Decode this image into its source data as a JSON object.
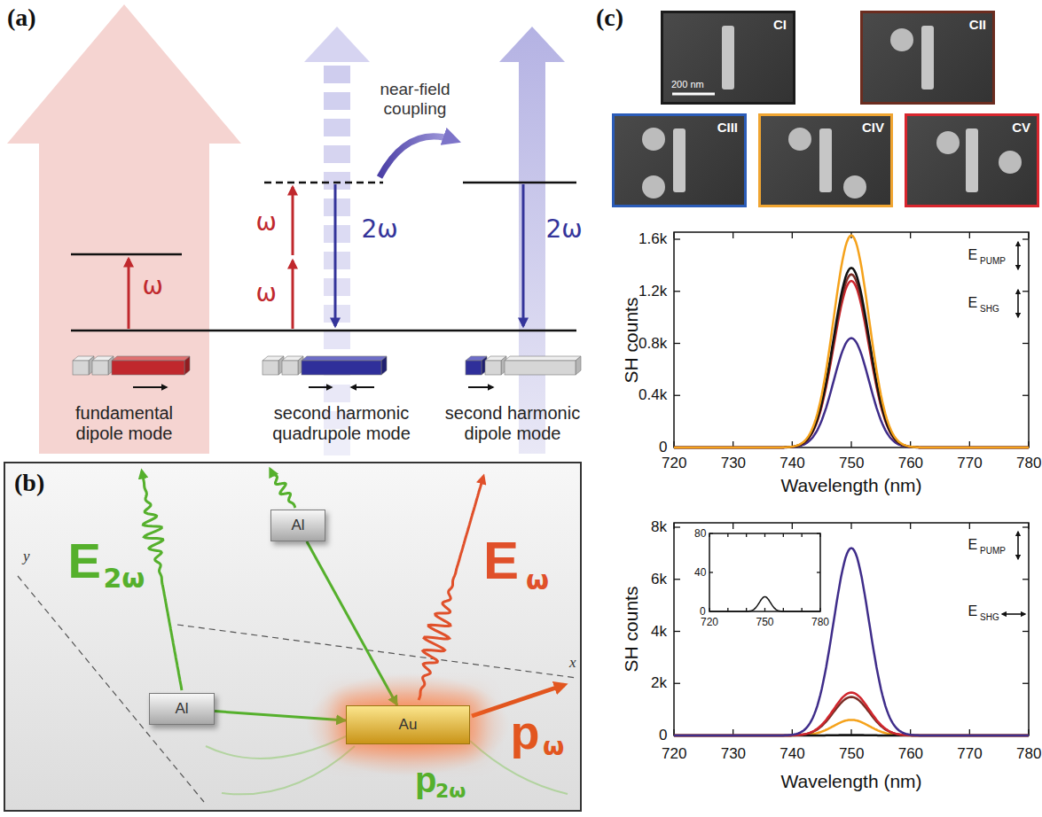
{
  "diagram": {
    "nodes": [
      {
        "text": [
          "Al"
        ]
      },
      {
        "text": [
          "Al"
        ]
      },
      {
        "text": [
          "Au"
        ]
      },
      {
        "text": [
          "CI",
          "200 nm"
        ]
      },
      {
        "text": [
          "CII"
        ]
      },
      {
        "text": [
          "CIII"
        ]
      },
      {
        "text": [
          "CIV"
        ]
      },
      {
        "text": [
          "CV"
        ]
      }
    ],
    "edges": [
      {
        "from": 0,
        "to": 2,
        "arrow": "to"
      },
      {
        "from": 1,
        "to": 2,
        "arrow": "to"
      }
    ],
    "labels": [
      "(a)",
      "ω",
      "ω",
      "ω",
      "2ω",
      "2ω",
      "near-field coupling",
      "fundamental dipole mode",
      "second harmonic quadrupole mode",
      "second harmonic dipole mode",
      "(b)",
      "E",
      "2ω",
      "E",
      "ω",
      "p",
      "ω",
      "p",
      "2ω",
      "x",
      "y",
      "(c)",
      "SH counts",
      "1.6k",
      "1.2k",
      "0.8k",
      "0.4k",
      "0",
      "720",
      "730",
      "740",
      "750",
      "760",
      "770",
      "780",
      "Wavelength (nm)",
      "E",
      "PUMP",
      "E",
      "SHG",
      "SH counts",
      "8k",
      "6k",
      "4k",
      "2k",
      "0",
      "720",
      "730",
      "740",
      "750",
      "760",
      "770",
      "780",
      "Wavelength (nm)",
      "E",
      "PUMP",
      "E",
      "SHG",
      "80",
      "40",
      "0",
      "720",
      "750",
      "780"
    ]
  }
}
